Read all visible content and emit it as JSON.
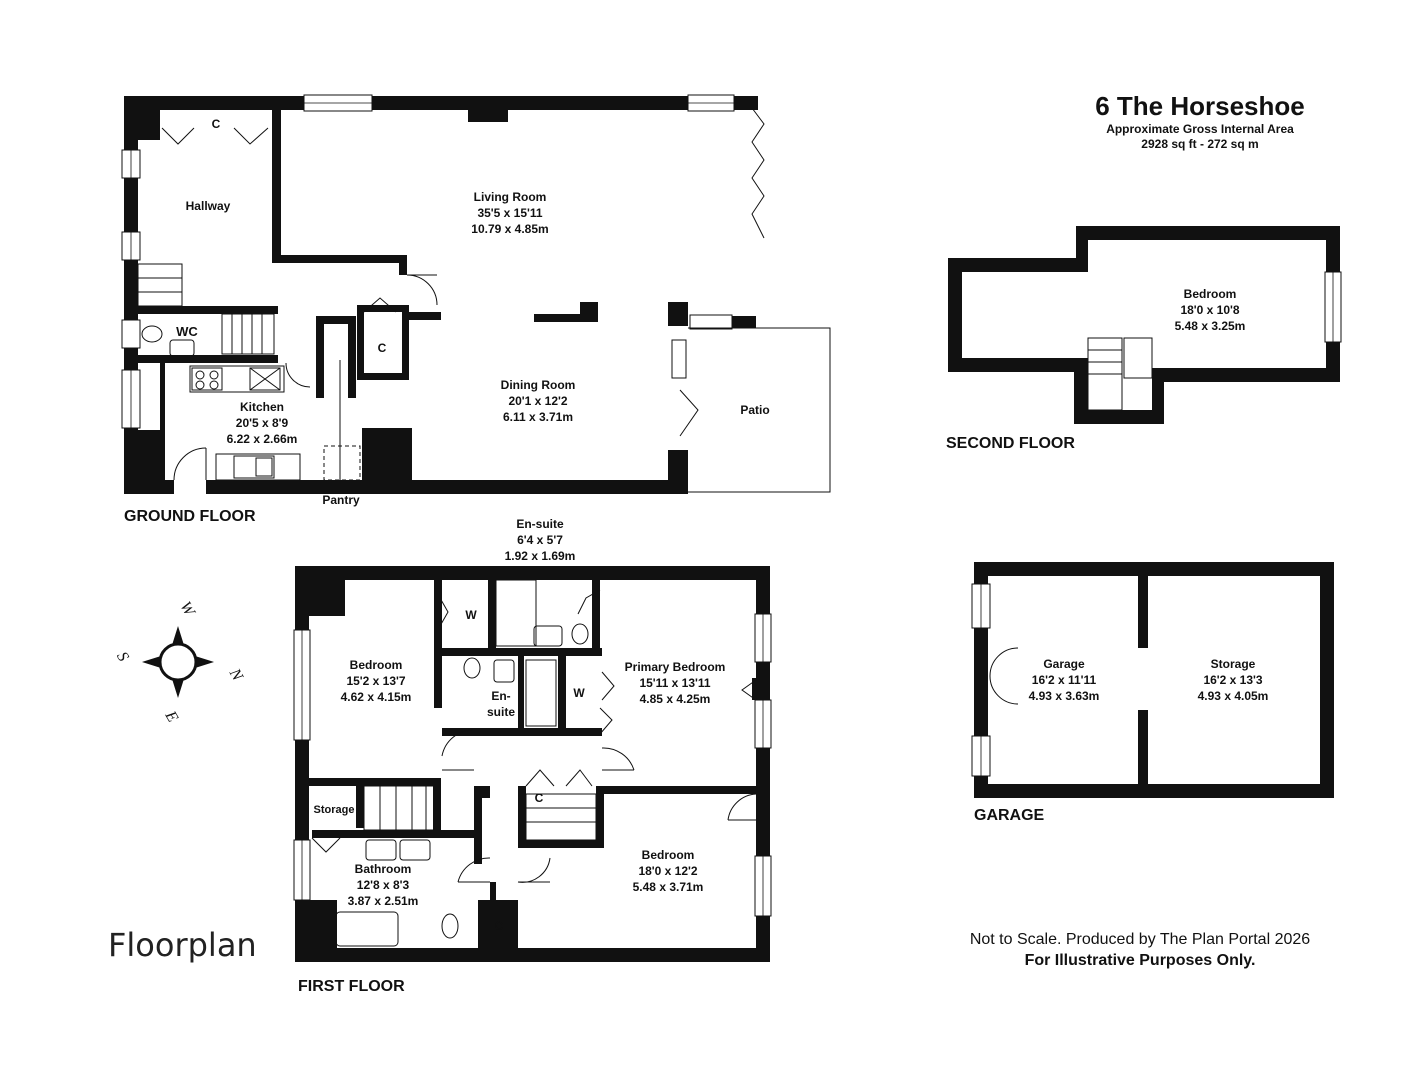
{
  "title": {
    "address": "6 The Horseshoe",
    "subtitle": "Approximate Gross Internal Area",
    "area": "2928 sq ft - 272 sq m"
  },
  "floors": {
    "ground": "GROUND FLOOR",
    "first": "FIRST FLOOR",
    "second": "SECOND FLOOR",
    "garage": "GARAGE"
  },
  "rooms": {
    "living": {
      "name": "Living Room",
      "imperial": "35'5 x 15'11",
      "metric": "10.79 x 4.85m"
    },
    "dining": {
      "name": "Dining Room",
      "imperial": "20'1 x 12'2",
      "metric": "6.11 x 3.71m"
    },
    "kitchen": {
      "name": "Kitchen",
      "imperial": "20'5 x 8'9",
      "metric": "6.22 x 2.66m"
    },
    "hallway": {
      "name": "Hallway"
    },
    "wc": {
      "name": "WC"
    },
    "patio": {
      "name": "Patio"
    },
    "pantry": {
      "name": "Pantry"
    },
    "cupboard": {
      "name": "C"
    },
    "wardrobe": {
      "name": "W"
    },
    "storage_small": {
      "name": "Storage"
    },
    "ensuite_top": {
      "name": "En-suite",
      "imperial": "6'4 x 5'7",
      "metric": "1.92 x 1.69m"
    },
    "ensuite_inner": {
      "line1": "En-",
      "line2": "suite"
    },
    "bedroom_first_left": {
      "name": "Bedroom",
      "imperial": "15'2 x 13'7",
      "metric": "4.62 x 4.15m"
    },
    "primary": {
      "name": "Primary Bedroom",
      "imperial": "15'11 x 13'11",
      "metric": "4.85 x 4.25m"
    },
    "bathroom": {
      "name": "Bathroom",
      "imperial": "12'8 x 8'3",
      "metric": "3.87 x 2.51m"
    },
    "bedroom_first_right": {
      "name": "Bedroom",
      "imperial": "18'0 x 12'2",
      "metric": "5.48 x 3.71m"
    },
    "bedroom_second": {
      "name": "Bedroom",
      "imperial": "18'0 x 10'8",
      "metric": "5.48 x 3.25m"
    },
    "garage": {
      "name": "Garage",
      "imperial": "16'2 x 11'11",
      "metric": "4.93 x 3.63m"
    },
    "storage": {
      "name": "Storage",
      "imperial": "16'2 x 13'3",
      "metric": "4.93 x 4.05m"
    }
  },
  "compass": {
    "n": "N",
    "s": "S",
    "e": "E",
    "w": "W"
  },
  "brand": "Floorplan",
  "footer": {
    "line1": "Not to Scale. Produced by The Plan Portal 2026",
    "line2": "For Illustrative Purposes Only."
  }
}
